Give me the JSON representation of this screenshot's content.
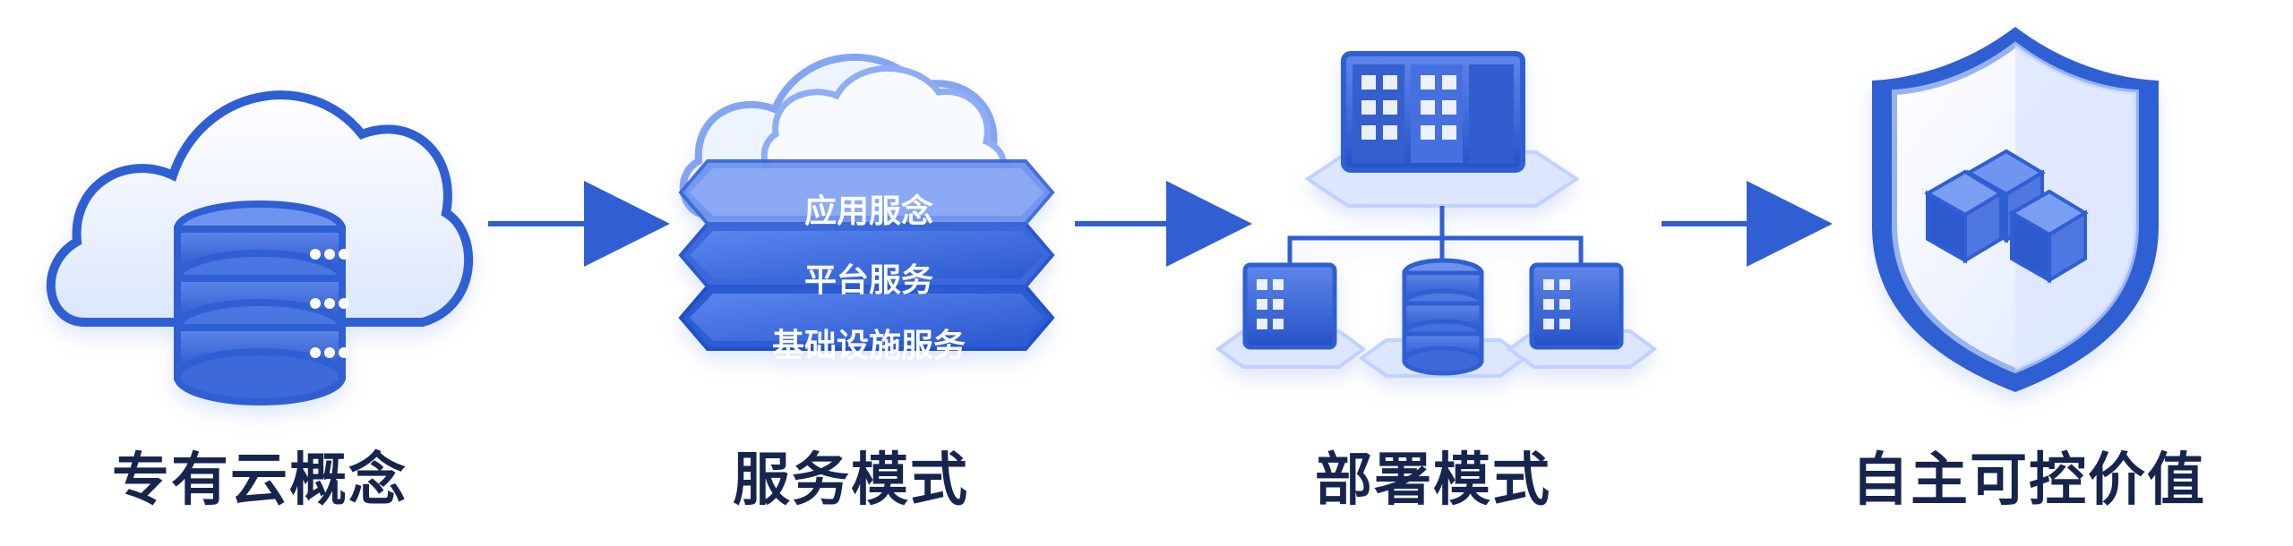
{
  "steps": [
    {
      "title": "专有云概念",
      "icon": "cloud-database-icon"
    },
    {
      "title": "服务模式",
      "icon": "cloud-layers-icon",
      "layers": [
        "应用服念",
        "平台服务",
        "基础设施服务"
      ]
    },
    {
      "title": "部署模式",
      "icon": "deployment-network-icon"
    },
    {
      "title": "自主可控价值",
      "icon": "shield-blocks-icon"
    }
  ],
  "arrows": [
    "arrow-right-icon",
    "arrow-right-icon",
    "arrow-right-icon"
  ],
  "colors": {
    "primary": "#2f5fd3",
    "secondary": "#5f87ea",
    "light": "#dbe6ff",
    "text": "#16254d",
    "background": "#ffffff"
  }
}
